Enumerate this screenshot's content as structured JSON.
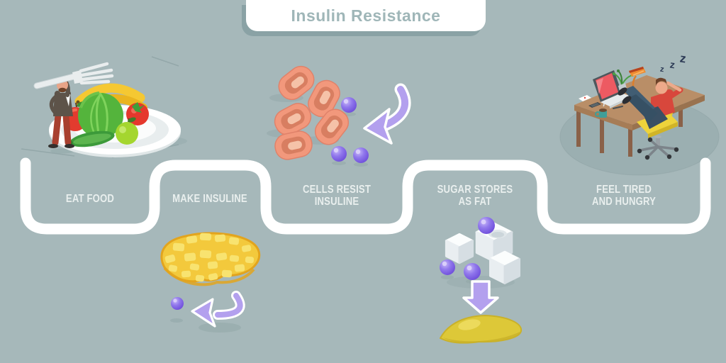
{
  "title": {
    "text": "Insulin Resistance"
  },
  "flow_steps": [
    {
      "name": "eat-food",
      "label": "EAT FOOD",
      "icon": "man-with-giant-fork-and-vegetable-plate-icon"
    },
    {
      "name": "make-insuline",
      "label": "MAKE INSULINE",
      "icon": "pancreas-with-insulin-molecule-icon"
    },
    {
      "name": "cells-resist-insuline",
      "label_line1": "CELLS RESIST",
      "label_line2": "INSULINE",
      "icon": "red-blood-cells-with-insulin-arrow-icon"
    },
    {
      "name": "sugar-stores-as-fat",
      "label_line1": "SUGAR STORES",
      "label_line2": "AS FAT",
      "icon": "sugar-cubes-turning-to-fat-icon"
    },
    {
      "name": "feel-tired-and-hungry",
      "label_line1": "FEEL TIRED",
      "label_line2": "AND HUNGRY",
      "icon": "sleeping-man-at-desk-icon",
      "sleep_text": "z"
    }
  ],
  "colors": {
    "background": "#a6b8ba",
    "flow_path": "#ffffff",
    "label_text": "#e9efee",
    "title_text": "#9fb6b8",
    "title_shadow": "#8aa2a5",
    "insulin_purple": "#7a5be4",
    "arrow_purple": "#b3a0ee",
    "blood_cell_salmon": "#f2987c",
    "pancreas_yellow": "#f3c93c",
    "fat_yellow": "#ddc838",
    "sleep_text_color": "#2c3a55"
  }
}
